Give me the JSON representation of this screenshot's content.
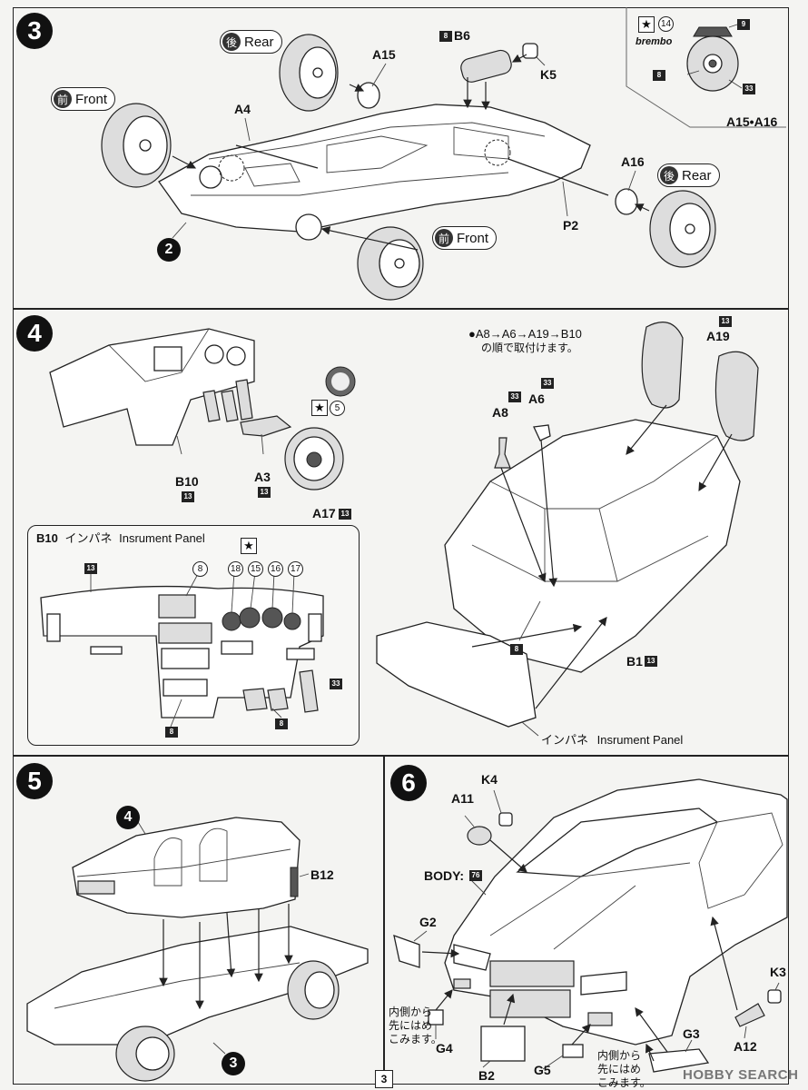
{
  "step3": {
    "number": "3",
    "sub_number": "2",
    "labels": {
      "rear_top_kanji": "後",
      "rear_top": "Rear",
      "front_left_kanji": "前",
      "front_left": "Front",
      "front_bottom_kanji": "前",
      "front_bottom": "Front",
      "rear_right_kanji": "後",
      "rear_right": "Rear",
      "a15": "A15",
      "a4": "A4",
      "b6": "B6",
      "k5": "K5",
      "a16": "A16",
      "p2": "P2",
      "a15_a16": "A15•A16",
      "brembo": "brembo"
    },
    "color_codes": {
      "b6": "8",
      "inset_9": "9",
      "inset_8": "8",
      "inset_33": "33"
    },
    "inset_circle": "14"
  },
  "step4": {
    "number": "4",
    "labels": {
      "b10": "B10",
      "a3": "A3",
      "a17": "A17",
      "a8": "A8",
      "a6": "A6",
      "a19": "A19",
      "b1": "B1",
      "install_order": "●A8→A6→A19→B10",
      "install_order_jp": "の順で取付けます。",
      "instrument_panel_bottom_jp": "インパネ",
      "instrument_panel_bottom": "Insrument Panel"
    },
    "color_codes": {
      "b10": "13",
      "a3": "13",
      "a17": "13",
      "a8": "33",
      "a6": "33",
      "a19": "13",
      "b1": "13",
      "floor": "8"
    },
    "steering_circle": "5",
    "detail": {
      "title_id": "B10",
      "title_jp": "インパネ",
      "title_en": "Insrument Panel",
      "codes": {
        "panel": "13",
        "console": "8",
        "pedals": "8",
        "pedal_right": "33"
      },
      "circles": [
        "8",
        "18",
        "15",
        "16",
        "17"
      ]
    }
  },
  "step5": {
    "number": "5",
    "sub_top": "4",
    "sub_bottom": "3",
    "labels": {
      "b12": "B12"
    }
  },
  "step6": {
    "number": "6",
    "labels": {
      "k4": "K4",
      "a11": "A11",
      "body": "BODY:",
      "g2": "G2",
      "g4": "G4",
      "b2": "B2",
      "g5": "G5",
      "g3": "G3",
      "a12": "A12",
      "k3": "K3"
    },
    "body_code": "76",
    "note_left": [
      "内側から",
      "先にはめ",
      "こみます。"
    ],
    "note_right": [
      "内側から",
      "先にはめ",
      "こみます。"
    ]
  },
  "page_number": "3",
  "watermark": "HOBBY SEARCH"
}
